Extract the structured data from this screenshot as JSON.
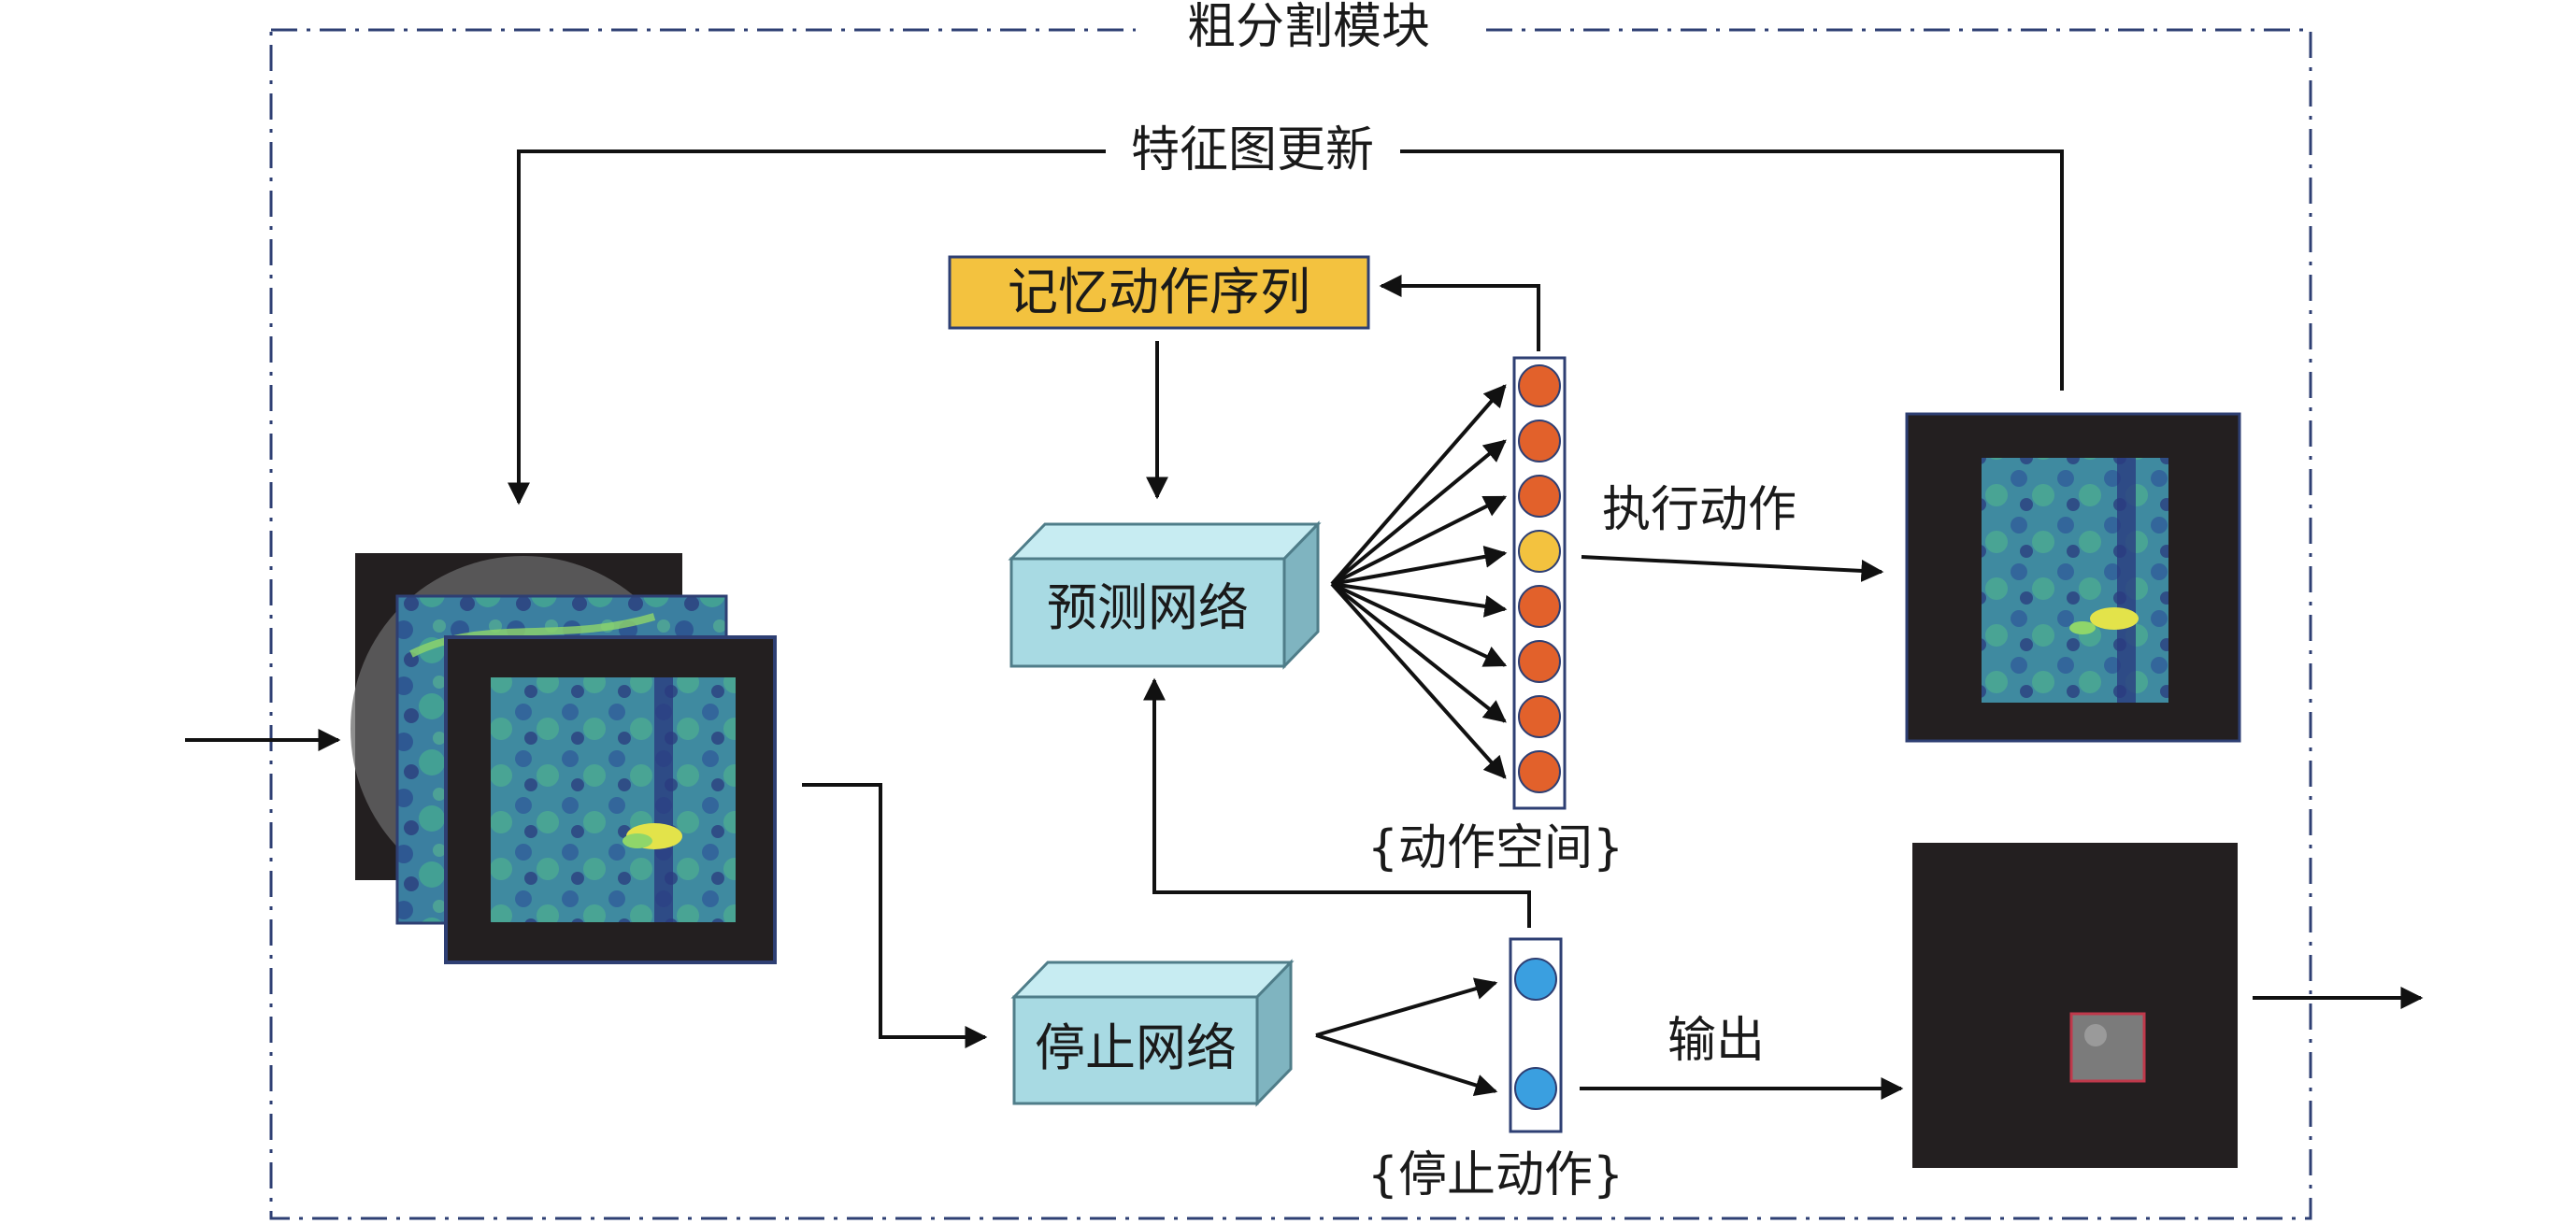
{
  "module_title": "粗分割模块",
  "labels": {
    "feature_update": "特征图更新",
    "memory_sequence": "记忆动作序列",
    "prediction_network": "预测网络",
    "stop_network": "停止网络",
    "action_space": "{动作空间}",
    "stop_actions": "{停止动作}",
    "execute_action": "执行动作",
    "output": "输出"
  },
  "action_space_nodes": [
    "orange",
    "orange",
    "orange",
    "yellow",
    "orange",
    "orange",
    "orange",
    "orange"
  ],
  "stop_action_nodes": [
    "blue",
    "blue"
  ],
  "colors": {
    "frame_border": "#2e3f73",
    "memory_box_fill": "#f3c23f",
    "network_box_front": "#a8dae3",
    "network_box_top": "#c7ecf2",
    "network_box_side": "#7fb4c0",
    "node_orange": "#e2612b",
    "node_yellow": "#f3c23f",
    "node_blue": "#3a9fe0",
    "arrow": "#111111",
    "image_dark": "#231f20"
  }
}
